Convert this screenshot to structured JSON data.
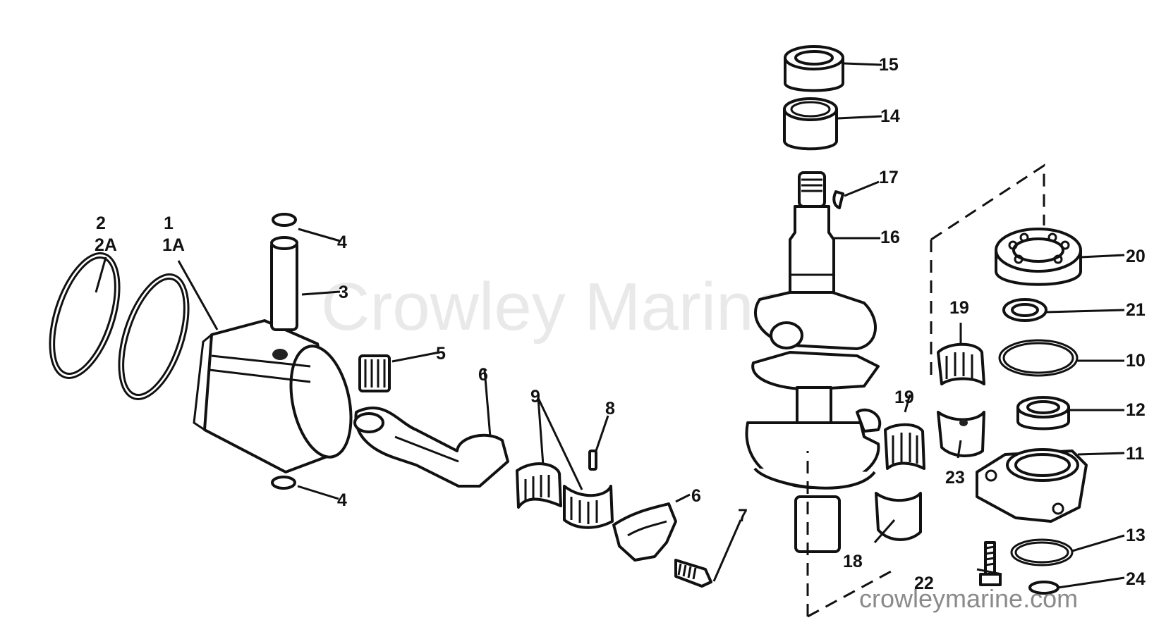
{
  "watermark": "Crowley Marine",
  "site": "crowleymarine.com",
  "callouts": [
    {
      "key": "c2",
      "text": "2"
    },
    {
      "key": "c2a",
      "text": "2A"
    },
    {
      "key": "c1",
      "text": "1"
    },
    {
      "key": "c1a",
      "text": "1A"
    },
    {
      "key": "c4a",
      "text": "4"
    },
    {
      "key": "c3",
      "text": "3"
    },
    {
      "key": "c4b",
      "text": "4"
    },
    {
      "key": "c5",
      "text": "5"
    },
    {
      "key": "c6a",
      "text": "6"
    },
    {
      "key": "c9",
      "text": "9"
    },
    {
      "key": "c8",
      "text": "8"
    },
    {
      "key": "c6b",
      "text": "6"
    },
    {
      "key": "c7",
      "text": "7"
    },
    {
      "key": "c15",
      "text": "15"
    },
    {
      "key": "c14",
      "text": "14"
    },
    {
      "key": "c17",
      "text": "17"
    },
    {
      "key": "c16",
      "text": "16"
    },
    {
      "key": "c19a",
      "text": "19"
    },
    {
      "key": "c19b",
      "text": "19"
    },
    {
      "key": "c23",
      "text": "23"
    },
    {
      "key": "c18",
      "text": "18"
    },
    {
      "key": "c20",
      "text": "20"
    },
    {
      "key": "c21",
      "text": "21"
    },
    {
      "key": "c10",
      "text": "10"
    },
    {
      "key": "c12",
      "text": "12"
    },
    {
      "key": "c11",
      "text": "11"
    },
    {
      "key": "c13",
      "text": "13"
    },
    {
      "key": "c22",
      "text": "22"
    },
    {
      "key": "c24",
      "text": "24"
    }
  ]
}
